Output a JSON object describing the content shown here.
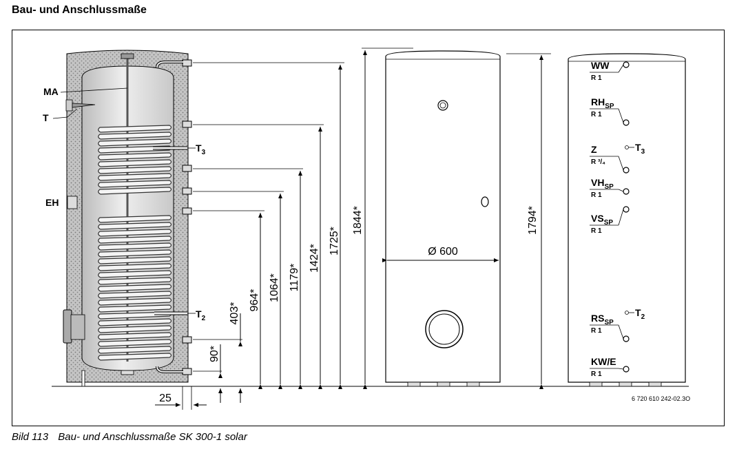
{
  "heading": "Bau- und Anschlussmaße",
  "caption": {
    "number": "Bild 113",
    "text": "Bau- und Anschlussmaße SK 300-1 solar"
  },
  "side_labels": {
    "ma": "MA",
    "t": "T",
    "eh": "EH",
    "t3": "T",
    "t3_sub": "3",
    "t2": "T",
    "t2_sub": "2"
  },
  "dimensions": {
    "d25": "25",
    "d90": "90*",
    "d403": "403*",
    "d964": "964*",
    "d1064": "1064*",
    "d1179": "1179*",
    "d1424": "1424*",
    "d1725": "1725*",
    "d1844": "1844*",
    "diameter": "Ø 600",
    "d1794": "1794*"
  },
  "connections": [
    {
      "main": "WW",
      "sub": "",
      "thread": "R 1"
    },
    {
      "main": "RH",
      "sub": "SP",
      "thread": "R 1"
    },
    {
      "main": "Z",
      "sub": "",
      "thread": "R ³/₄"
    },
    {
      "main": "VH",
      "sub": "SP",
      "thread": "R 1"
    },
    {
      "main": "VS",
      "sub": "SP",
      "thread": "R 1"
    },
    {
      "main": "RS",
      "sub": "SP",
      "thread": "R 1"
    },
    {
      "main": "KW/E",
      "sub": "",
      "thread": "R 1"
    }
  ],
  "sensor_labels": {
    "t3": "T",
    "t3_sub": "3",
    "t2": "T",
    "t2_sub": "2"
  },
  "drawing_number": "6 720 610 242-02.3O",
  "colors": {
    "tank_fill": "#d7d7d7",
    "insulation": "#bdbdbd",
    "line": "#000000"
  }
}
